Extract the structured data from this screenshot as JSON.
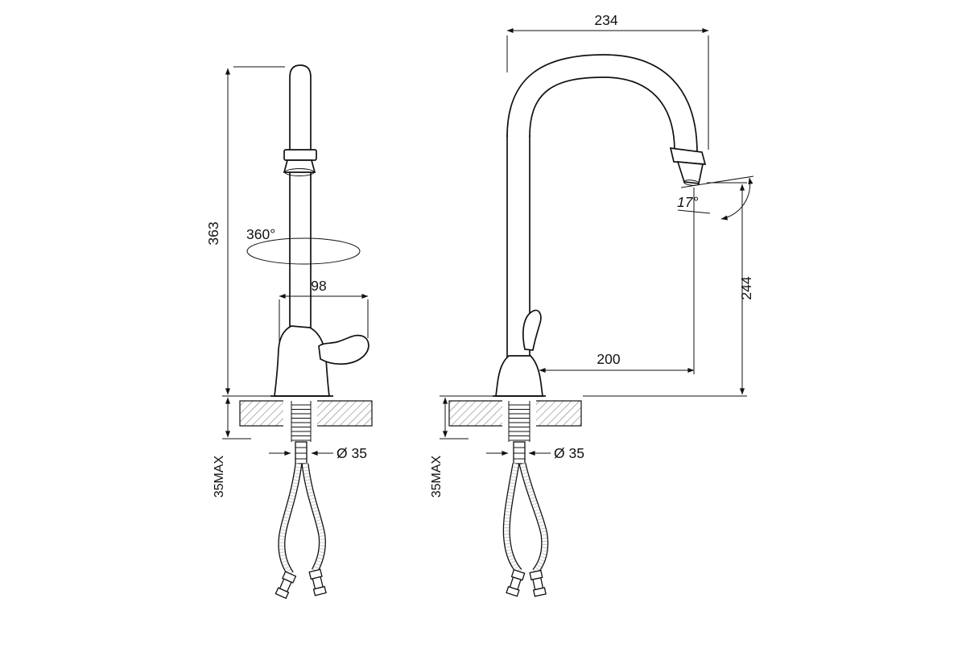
{
  "title": "kitchen-faucet-technical-drawing",
  "colors": {
    "line": "#111111",
    "background": "#ffffff",
    "hatch": "#777777"
  },
  "left_view": {
    "height": "363",
    "swivel": "360°",
    "body_width": "98",
    "shank_diameter": "Ø 35",
    "deck_max": "35MAX"
  },
  "right_view": {
    "spout_reach_top": "234",
    "spout_angle": "17°",
    "spout_height": "244",
    "spout_reach": "200",
    "shank_diameter": "Ø 35",
    "deck_max": "35MAX"
  }
}
